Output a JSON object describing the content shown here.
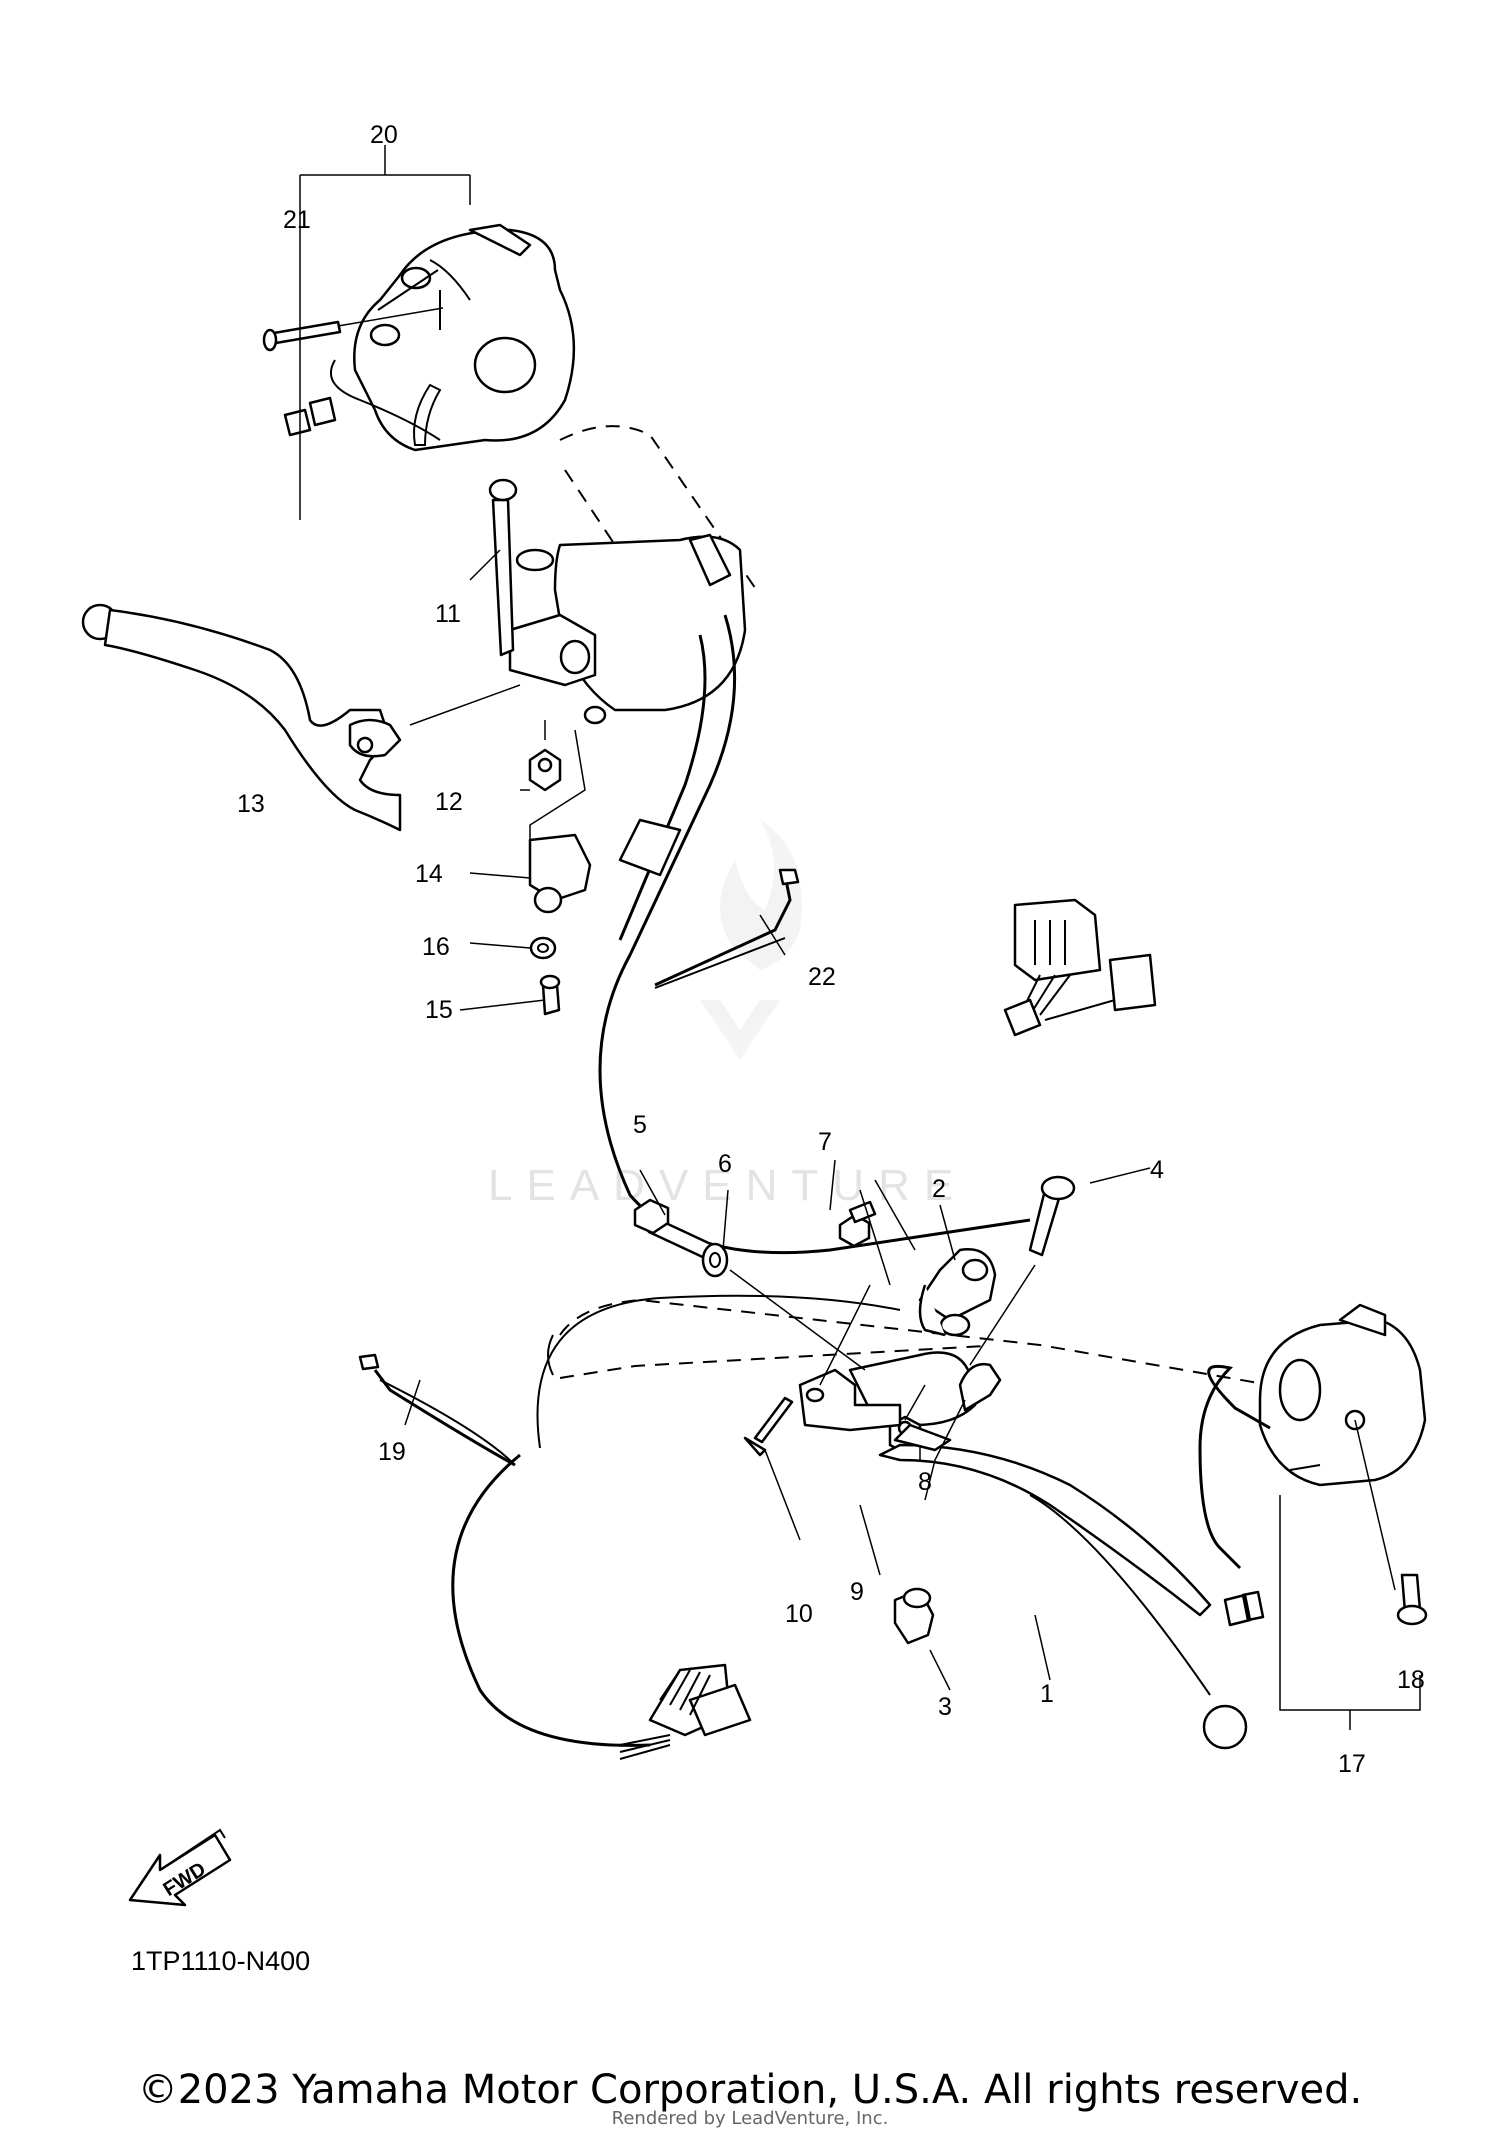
{
  "diagram": {
    "callouts": [
      "1",
      "2",
      "3",
      "4",
      "5",
      "6",
      "7",
      "8",
      "9",
      "10",
      "11",
      "12",
      "13",
      "14",
      "15",
      "16",
      "17",
      "18",
      "19",
      "20",
      "21",
      "22"
    ],
    "diagram_code": "1TP1110-N400",
    "fwd_label": "FWD",
    "watermark": "LEADVENTURE"
  },
  "footer": {
    "copyright": "©2023 Yamaha Motor Corporation, U.S.A. All rights reserved.",
    "rendered_by": "Rendered by LeadVenture, Inc."
  }
}
